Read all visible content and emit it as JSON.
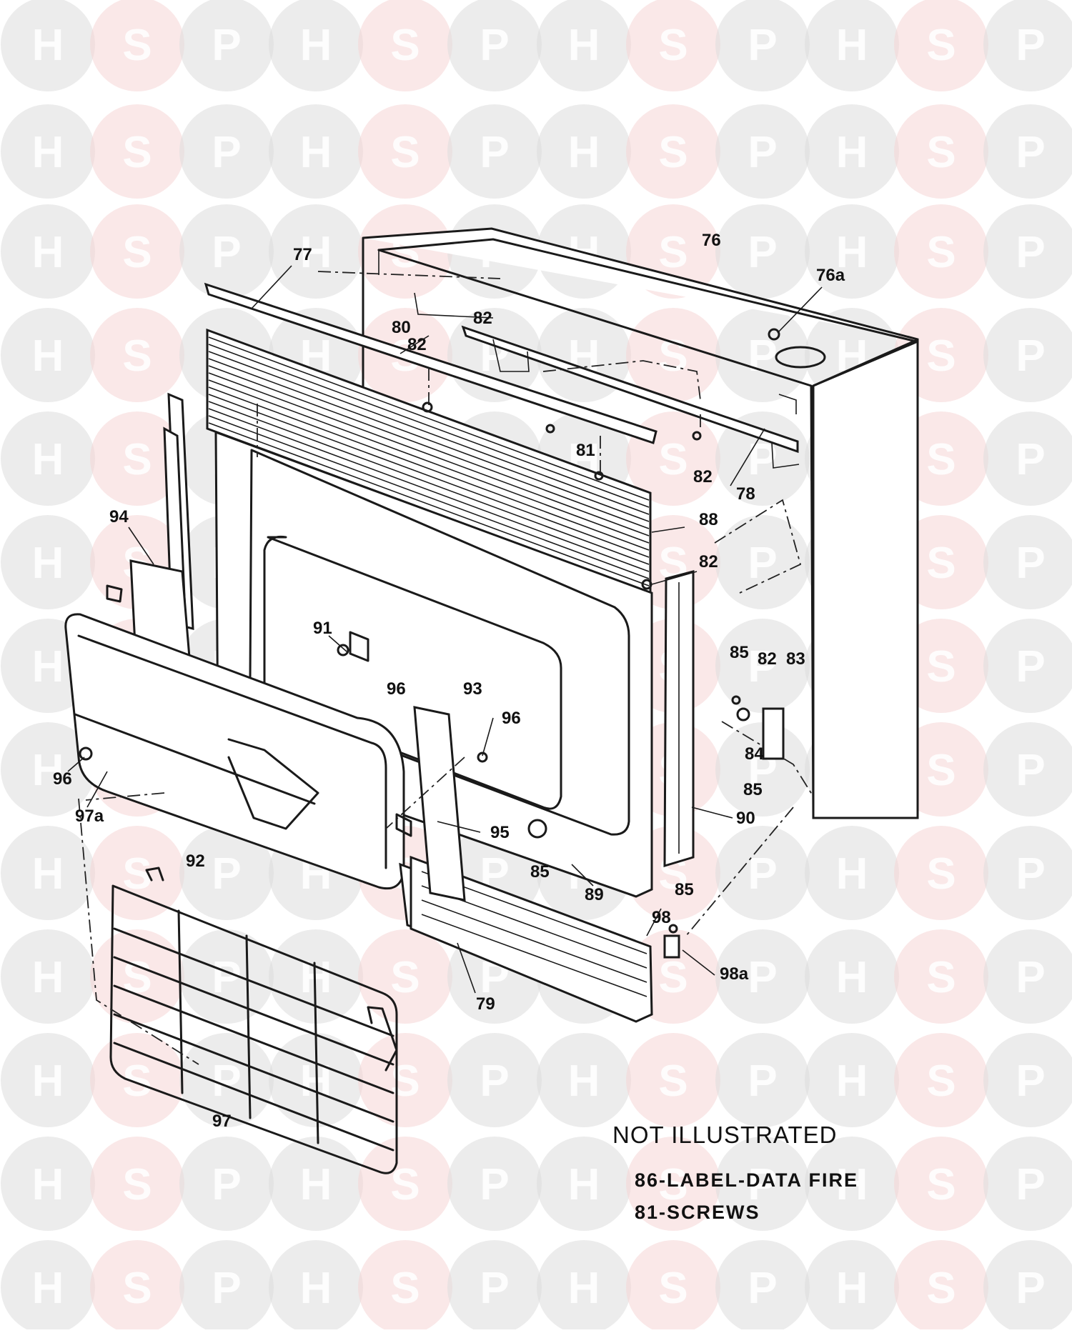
{
  "watermark": {
    "letters": [
      "H",
      "S",
      "P"
    ],
    "colors": {
      "H": "#dddddd",
      "S": "#f6d6d6",
      "P": "#dddddd"
    }
  },
  "center_logo": {
    "letters": [
      "H",
      "S",
      "P"
    ],
    "colors": {
      "H": "#c9d7ea",
      "S": "#f2c9cc",
      "P": "#c9dcef"
    }
  },
  "part_labels": [
    "76",
    "76a",
    "77",
    "78",
    "79",
    "80",
    "81",
    "82",
    "83",
    "84",
    "85",
    "88",
    "89",
    "90",
    "91",
    "92",
    "93",
    "94",
    "95",
    "96",
    "97",
    "97a",
    "98",
    "98a"
  ],
  "notes": {
    "heading": "NOT ILLUSTRATED",
    "items": [
      "86-LABEL-DATA FIRE",
      "81-SCREWS"
    ]
  }
}
